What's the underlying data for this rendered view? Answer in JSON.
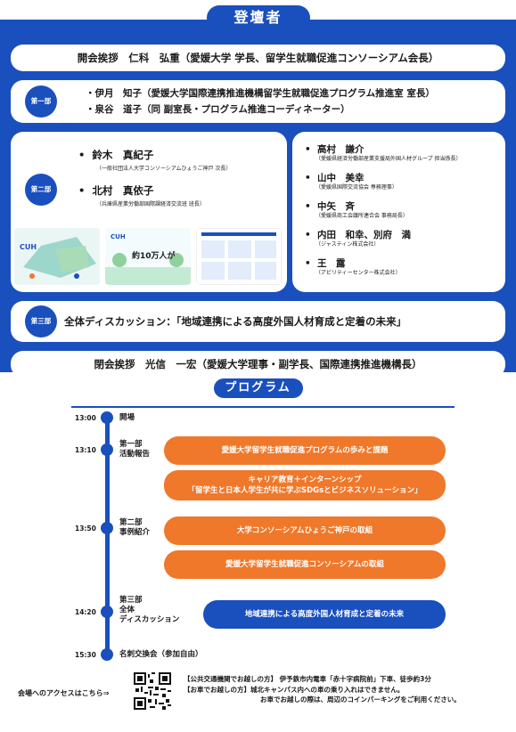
{
  "speakers": {
    "title": "登壇者",
    "opening": "開会挨拶　仁科　弘重（愛媛大学 学長、留学生就職促進コンソーシアム会長）",
    "part1": {
      "badge": "第一部",
      "line1": "・伊月　知子（愛媛大学国際連携推進機構留学生就職促進プログラム推進室 室長）",
      "line2": "・泉谷　道子（同 副室長・プログラム推進コーディネーター）"
    },
    "part2": {
      "badge": "第二部",
      "left": [
        {
          "name": "鈴木　真紀子",
          "aff": "（一般社団法人大学コンソーシアムひょうご神戸 次長）"
        },
        {
          "name": "北村　真依子",
          "aff": "（兵庫県産業労働部国際課経済交流班 班長）"
        }
      ],
      "right": [
        {
          "name": "高村　謙介",
          "aff": "（愛媛県経済労働部産業支援局外国人材グループ 担当係長）"
        },
        {
          "name": "山中　美幸",
          "aff": "（愛媛県国際交流協会 専務理事）"
        },
        {
          "name": "中矢　斉",
          "aff": "（愛媛県商工会議所連合会 事務局長）"
        },
        {
          "name": "内田　和幸、別府　満",
          "aff": "（ジャスティン株式会社）"
        },
        {
          "name": "王　露",
          "aff": "（アビリティーセンター株式会社）"
        }
      ],
      "thumb2_caption": "約10万人が",
      "thumb2_logo": "CUH"
    },
    "part3": {
      "badge": "第三部",
      "text": "全体ディスカッション：「地域連携による高度外国人材育成と定着の未来」"
    },
    "closing": "閉会挨拶　光信　一宏（愛媛大学理事・副学長、国際連携推進機構長）"
  },
  "program": {
    "title": "プログラム",
    "timeline": [
      {
        "time": "13:00",
        "label": "開場"
      },
      {
        "time": "13:10",
        "label": "第一部\n活動報告"
      },
      {
        "time": "13:50",
        "label": "第二部\n事例紹介"
      },
      {
        "time": "14:20",
        "label": "第三部\n全体\nディスカッション"
      },
      {
        "time": "15:30",
        "label": "名刺交換会（参加自由）"
      }
    ],
    "events": {
      "e1": "愛媛大学留学生就職促進プログラムの歩みと課題",
      "e2a": "キャリア教育＋インターンシップ",
      "e2b": "「留学生と日本人学生が共に学ぶSDGsとビジネスソリューション」",
      "e3": "大学コンソーシアムひょうご神戸の取組",
      "e4": "愛媛大学留学生就職促進コンソーシアムの取組",
      "e5": "地域連携による高度外国人材育成と定着の未来"
    }
  },
  "access": {
    "label": "会場へのアクセスはこちら⇒",
    "line1": "【公共交通機関でお越しの方】 伊予鉄市内電車「赤十字病院前」下車、徒歩約3分",
    "line2": "【お車でお越しの方】城北キャンパス内への車の乗り入れはできません。",
    "line3": "お車でお越しの際は、周辺のコインパーキングをご利用ください。"
  },
  "colors": {
    "primary": "#1a4fbe",
    "accent": "#f0782a"
  }
}
